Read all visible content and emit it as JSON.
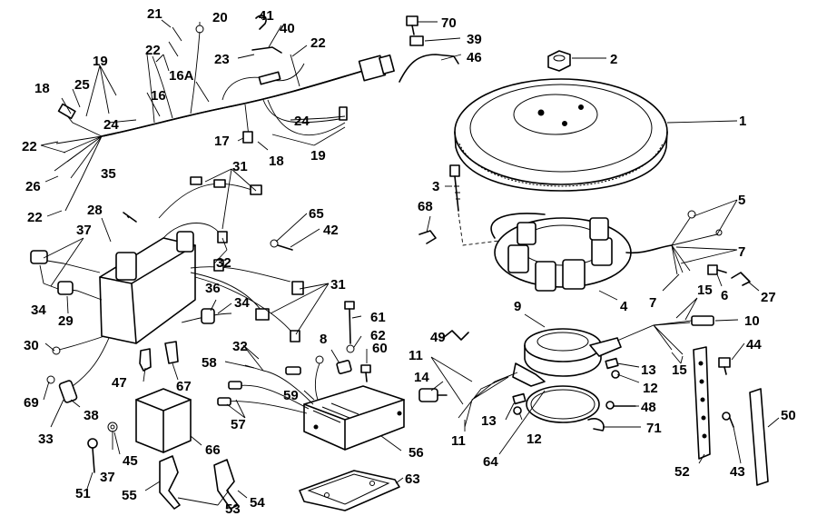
{
  "labels": [
    {
      "id": "1",
      "text": "1"
    },
    {
      "id": "2",
      "text": "2"
    },
    {
      "id": "3",
      "text": "3"
    },
    {
      "id": "4",
      "text": "4"
    },
    {
      "id": "5",
      "text": "5"
    },
    {
      "id": "6",
      "text": "6"
    },
    {
      "id": "7a",
      "text": "7"
    },
    {
      "id": "7b",
      "text": "7"
    },
    {
      "id": "8",
      "text": "8"
    },
    {
      "id": "9",
      "text": "9"
    },
    {
      "id": "10",
      "text": "10"
    },
    {
      "id": "11a",
      "text": "11"
    },
    {
      "id": "11b",
      "text": "11"
    },
    {
      "id": "12a",
      "text": "12"
    },
    {
      "id": "12b",
      "text": "12"
    },
    {
      "id": "13a",
      "text": "13"
    },
    {
      "id": "13b",
      "text": "13"
    },
    {
      "id": "14",
      "text": "14"
    },
    {
      "id": "15a",
      "text": "15"
    },
    {
      "id": "15b",
      "text": "15"
    },
    {
      "id": "16",
      "text": "16"
    },
    {
      "id": "16A",
      "text": "16A"
    },
    {
      "id": "17",
      "text": "17"
    },
    {
      "id": "18a",
      "text": "18"
    },
    {
      "id": "18b",
      "text": "18"
    },
    {
      "id": "19a",
      "text": "19"
    },
    {
      "id": "19b",
      "text": "19"
    },
    {
      "id": "20",
      "text": "20"
    },
    {
      "id": "21",
      "text": "21"
    },
    {
      "id": "22a",
      "text": "22"
    },
    {
      "id": "22b",
      "text": "22"
    },
    {
      "id": "22c",
      "text": "22"
    },
    {
      "id": "22d",
      "text": "22"
    },
    {
      "id": "23",
      "text": "23"
    },
    {
      "id": "24a",
      "text": "24"
    },
    {
      "id": "24b",
      "text": "24"
    },
    {
      "id": "25",
      "text": "25"
    },
    {
      "id": "26",
      "text": "26"
    },
    {
      "id": "27",
      "text": "27"
    },
    {
      "id": "28",
      "text": "28"
    },
    {
      "id": "29",
      "text": "29"
    },
    {
      "id": "30",
      "text": "30"
    },
    {
      "id": "31a",
      "text": "31"
    },
    {
      "id": "31b",
      "text": "31"
    },
    {
      "id": "32a",
      "text": "32"
    },
    {
      "id": "32b",
      "text": "32"
    },
    {
      "id": "33",
      "text": "33"
    },
    {
      "id": "34a",
      "text": "34"
    },
    {
      "id": "34b",
      "text": "34"
    },
    {
      "id": "35",
      "text": "35"
    },
    {
      "id": "36",
      "text": "36"
    },
    {
      "id": "37a",
      "text": "37"
    },
    {
      "id": "37b",
      "text": "37"
    },
    {
      "id": "38",
      "text": "38"
    },
    {
      "id": "39",
      "text": "39"
    },
    {
      "id": "40",
      "text": "40"
    },
    {
      "id": "41",
      "text": "41"
    },
    {
      "id": "42",
      "text": "42"
    },
    {
      "id": "43",
      "text": "43"
    },
    {
      "id": "44",
      "text": "44"
    },
    {
      "id": "45",
      "text": "45"
    },
    {
      "id": "46",
      "text": "46"
    },
    {
      "id": "47",
      "text": "47"
    },
    {
      "id": "48",
      "text": "48"
    },
    {
      "id": "49",
      "text": "49"
    },
    {
      "id": "50",
      "text": "50"
    },
    {
      "id": "51",
      "text": "51"
    },
    {
      "id": "52",
      "text": "52"
    },
    {
      "id": "53",
      "text": "53"
    },
    {
      "id": "54",
      "text": "54"
    },
    {
      "id": "55",
      "text": "55"
    },
    {
      "id": "56",
      "text": "56"
    },
    {
      "id": "57",
      "text": "57"
    },
    {
      "id": "58",
      "text": "58"
    },
    {
      "id": "59",
      "text": "59"
    },
    {
      "id": "60",
      "text": "60"
    },
    {
      "id": "61",
      "text": "61"
    },
    {
      "id": "62",
      "text": "62"
    },
    {
      "id": "63",
      "text": "63"
    },
    {
      "id": "64",
      "text": "64"
    },
    {
      "id": "65",
      "text": "65"
    },
    {
      "id": "66",
      "text": "66"
    },
    {
      "id": "67",
      "text": "67"
    },
    {
      "id": "68",
      "text": "68"
    },
    {
      "id": "69",
      "text": "69"
    },
    {
      "id": "70",
      "text": "70"
    },
    {
      "id": "71",
      "text": "71"
    }
  ]
}
